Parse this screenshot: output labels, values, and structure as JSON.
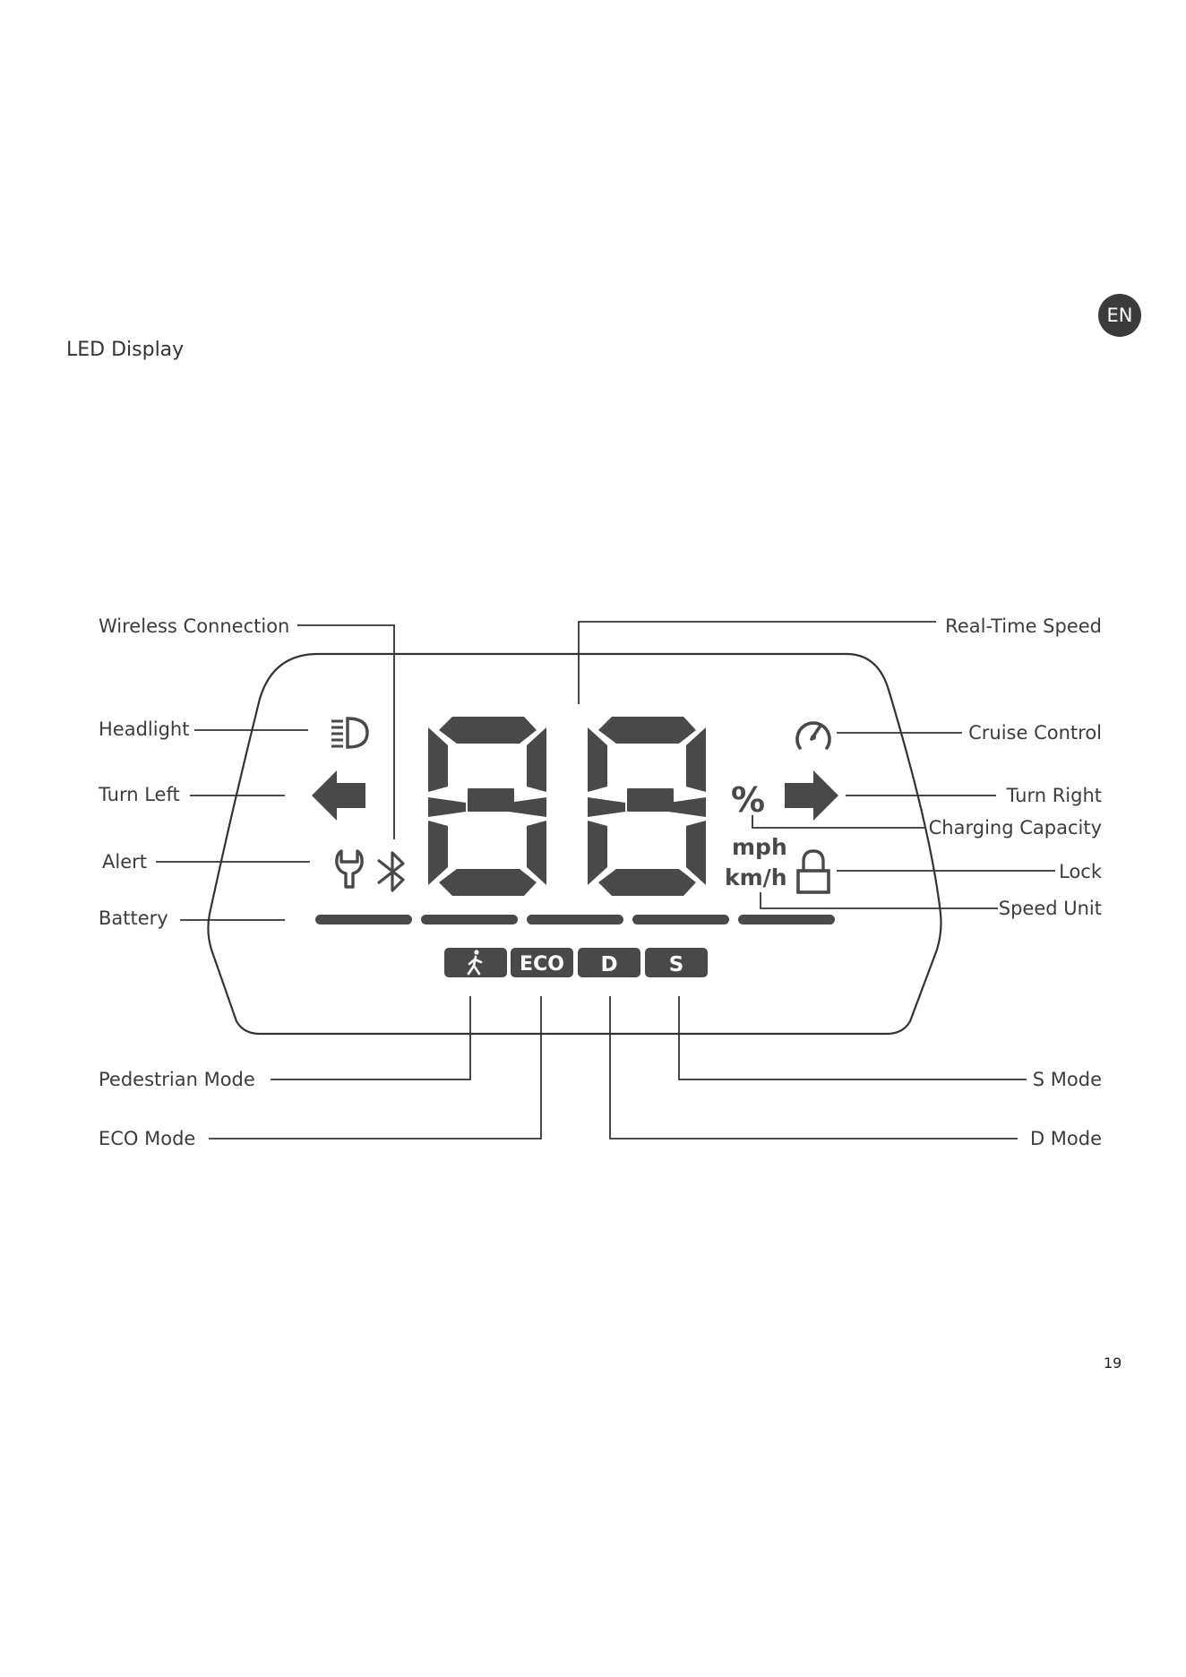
{
  "page": {
    "section_title": "LED Display",
    "language_badge": "EN",
    "page_number": "19"
  },
  "display": {
    "speed_digits": "88",
    "percent_symbol": "%",
    "unit_mph": "mph",
    "unit_kmh": "km/h",
    "battery_segments": 5,
    "mode_buttons": {
      "eco": "ECO",
      "d": "D",
      "s": "S"
    },
    "color_segments": "#4a494a",
    "color_leaders": "#333333",
    "icons": [
      "headlight-icon",
      "arrow-left-icon",
      "arrow-right-icon",
      "wrench-icon",
      "bluetooth-icon",
      "speedometer-icon",
      "lock-icon",
      "pedestrian-icon"
    ]
  },
  "callouts": {
    "wireless_connection": "Wireless Connection",
    "headlight": "Headlight",
    "turn_left": "Turn Left",
    "alert": "Alert",
    "battery": "Battery",
    "pedestrian_mode": "Pedestrian Mode",
    "eco_mode": "ECO Mode",
    "real_time_speed": "Real-Time Speed",
    "cruise_control": "Cruise Control",
    "turn_right": "Turn Right",
    "charging_capacity": "Charging Capacity",
    "lock": "Lock",
    "speed_unit": "Speed Unit",
    "s_mode": "S Mode",
    "d_mode": "D Mode"
  }
}
